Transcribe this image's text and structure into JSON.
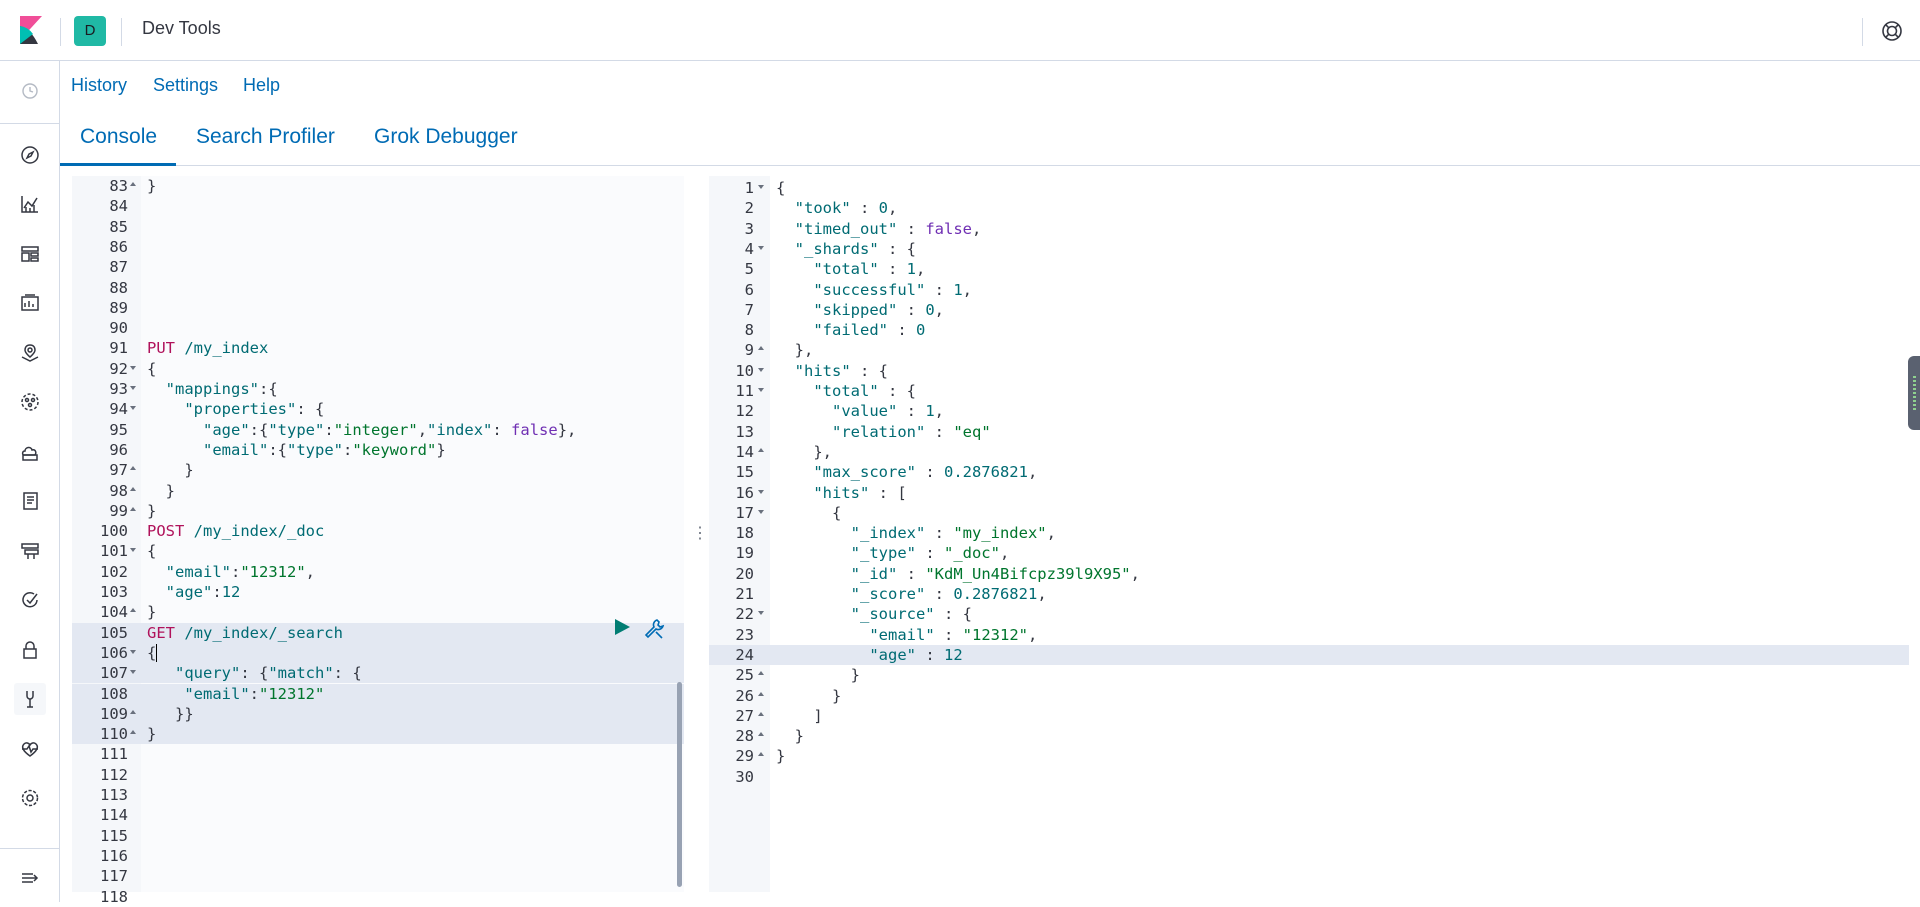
{
  "header": {
    "space_initial": "D",
    "app_title": "Dev Tools"
  },
  "menu": {
    "history": "History",
    "settings": "Settings",
    "help": "Help"
  },
  "tabs": [
    "Console",
    "Search Profiler",
    "Grok Debugger"
  ],
  "colors": {
    "accent": "#006bb4",
    "space_avatar": "#20b9a5",
    "method": "#b0125b",
    "string": "#00752d",
    "key": "#006b73",
    "boolean": "#6f2fb3",
    "highlight": "#e3e8f2"
  },
  "nav_icons": [
    "recently-viewed-icon",
    "discover-icon",
    "visualize-icon",
    "dashboard-icon",
    "canvas-icon",
    "maps-icon",
    "machine-learning-icon",
    "infrastructure-icon",
    "logs-icon",
    "apm-icon",
    "uptime-icon",
    "siem-icon",
    "dev-tools-icon",
    "monitoring-icon",
    "management-icon",
    "collapse-menu-icon"
  ],
  "request_editor": {
    "lines": [
      {
        "n": "83",
        "fold": "close",
        "code": [
          {
            "t": "}",
            "c": ""
          }
        ]
      },
      {
        "n": "84",
        "fold": "",
        "code": []
      },
      {
        "n": "85",
        "fold": "",
        "code": []
      },
      {
        "n": "86",
        "fold": "",
        "code": []
      },
      {
        "n": "87",
        "fold": "",
        "code": []
      },
      {
        "n": "88",
        "fold": "",
        "code": []
      },
      {
        "n": "89",
        "fold": "",
        "code": []
      },
      {
        "n": "90",
        "fold": "",
        "code": []
      },
      {
        "n": "91",
        "fold": "",
        "code": [
          {
            "t": "PUT ",
            "c": "k-method"
          },
          {
            "t": "/my_index",
            "c": "k-url"
          }
        ]
      },
      {
        "n": "92",
        "fold": "open",
        "code": [
          {
            "t": "{",
            "c": ""
          }
        ]
      },
      {
        "n": "93",
        "fold": "open",
        "code": [
          {
            "t": "  ",
            "c": ""
          },
          {
            "t": "\"mappings\"",
            "c": "k-key"
          },
          {
            "t": ":{",
            "c": ""
          }
        ]
      },
      {
        "n": "94",
        "fold": "open",
        "code": [
          {
            "t": "    ",
            "c": ""
          },
          {
            "t": "\"properties\"",
            "c": "k-key"
          },
          {
            "t": ": {",
            "c": ""
          }
        ]
      },
      {
        "n": "95",
        "fold": "",
        "code": [
          {
            "t": "      ",
            "c": ""
          },
          {
            "t": "\"age\"",
            "c": "k-key"
          },
          {
            "t": ":{",
            "c": ""
          },
          {
            "t": "\"type\"",
            "c": "k-key"
          },
          {
            "t": ":",
            "c": ""
          },
          {
            "t": "\"integer\"",
            "c": "k-str"
          },
          {
            "t": ",",
            "c": ""
          },
          {
            "t": "\"index\"",
            "c": "k-key"
          },
          {
            "t": ": ",
            "c": ""
          },
          {
            "t": "false",
            "c": "k-bool"
          },
          {
            "t": "},",
            "c": ""
          }
        ]
      },
      {
        "n": "96",
        "fold": "",
        "code": [
          {
            "t": "      ",
            "c": ""
          },
          {
            "t": "\"email\"",
            "c": "k-key"
          },
          {
            "t": ":{",
            "c": ""
          },
          {
            "t": "\"type\"",
            "c": "k-key"
          },
          {
            "t": ":",
            "c": ""
          },
          {
            "t": "\"keyword\"",
            "c": "k-str"
          },
          {
            "t": "}",
            "c": ""
          }
        ]
      },
      {
        "n": "97",
        "fold": "close",
        "code": [
          {
            "t": "    }",
            "c": ""
          }
        ]
      },
      {
        "n": "98",
        "fold": "close",
        "code": [
          {
            "t": "  }",
            "c": ""
          }
        ]
      },
      {
        "n": "99",
        "fold": "close",
        "code": [
          {
            "t": "}",
            "c": ""
          }
        ]
      },
      {
        "n": "100",
        "fold": "",
        "code": [
          {
            "t": "POST ",
            "c": "k-method"
          },
          {
            "t": "/my_index/_doc",
            "c": "k-url"
          }
        ]
      },
      {
        "n": "101",
        "fold": "open",
        "code": [
          {
            "t": "{",
            "c": ""
          }
        ]
      },
      {
        "n": "102",
        "fold": "",
        "code": [
          {
            "t": "  ",
            "c": ""
          },
          {
            "t": "\"email\"",
            "c": "k-key"
          },
          {
            "t": ":",
            "c": ""
          },
          {
            "t": "\"12312\"",
            "c": "k-str"
          },
          {
            "t": ",",
            "c": ""
          }
        ]
      },
      {
        "n": "103",
        "fold": "",
        "code": [
          {
            "t": "  ",
            "c": ""
          },
          {
            "t": "\"age\"",
            "c": "k-key"
          },
          {
            "t": ":",
            "c": ""
          },
          {
            "t": "12",
            "c": "k-num"
          }
        ]
      },
      {
        "n": "104",
        "fold": "close",
        "code": [
          {
            "t": "}",
            "c": ""
          }
        ]
      },
      {
        "n": "105",
        "fold": "",
        "hl": true,
        "code": [
          {
            "t": "GET ",
            "c": "k-method"
          },
          {
            "t": "/my_index/_search",
            "c": "k-url"
          }
        ]
      },
      {
        "n": "106",
        "fold": "open",
        "hl": true,
        "active": true,
        "code": [
          {
            "t": "{",
            "c": ""
          }
        ]
      },
      {
        "n": "107",
        "fold": "open",
        "hl": true,
        "code": [
          {
            "t": "   ",
            "c": ""
          },
          {
            "t": "\"query\"",
            "c": "k-key"
          },
          {
            "t": ": {",
            "c": ""
          },
          {
            "t": "\"match\"",
            "c": "k-key"
          },
          {
            "t": ": {",
            "c": ""
          }
        ]
      },
      {
        "n": "108",
        "fold": "",
        "hl": true,
        "code": [
          {
            "t": "    ",
            "c": ""
          },
          {
            "t": "\"email\"",
            "c": "k-key"
          },
          {
            "t": ":",
            "c": ""
          },
          {
            "t": "\"12312\"",
            "c": "k-str"
          }
        ]
      },
      {
        "n": "109",
        "fold": "close",
        "hl": true,
        "code": [
          {
            "t": "   }}",
            "c": ""
          }
        ]
      },
      {
        "n": "110",
        "fold": "close",
        "hl": true,
        "code": [
          {
            "t": "}",
            "c": ""
          }
        ]
      },
      {
        "n": "111",
        "fold": "",
        "code": []
      },
      {
        "n": "112",
        "fold": "",
        "code": []
      },
      {
        "n": "113",
        "fold": "",
        "code": []
      },
      {
        "n": "114",
        "fold": "",
        "code": []
      },
      {
        "n": "115",
        "fold": "",
        "code": []
      },
      {
        "n": "116",
        "fold": "",
        "code": []
      },
      {
        "n": "117",
        "fold": "",
        "code": []
      },
      {
        "n": "118",
        "fold": "",
        "code": []
      }
    ]
  },
  "response_output": {
    "lines": [
      {
        "n": "1",
        "fold": "open",
        "code": [
          {
            "t": "{",
            "c": ""
          }
        ]
      },
      {
        "n": "2",
        "fold": "",
        "code": [
          {
            "t": "  ",
            "c": ""
          },
          {
            "t": "\"took\"",
            "c": "k-key"
          },
          {
            "t": " : ",
            "c": ""
          },
          {
            "t": "0",
            "c": "k-num"
          },
          {
            "t": ",",
            "c": ""
          }
        ]
      },
      {
        "n": "3",
        "fold": "",
        "code": [
          {
            "t": "  ",
            "c": ""
          },
          {
            "t": "\"timed_out\"",
            "c": "k-key"
          },
          {
            "t": " : ",
            "c": ""
          },
          {
            "t": "false",
            "c": "k-bool"
          },
          {
            "t": ",",
            "c": ""
          }
        ]
      },
      {
        "n": "4",
        "fold": "open",
        "code": [
          {
            "t": "  ",
            "c": ""
          },
          {
            "t": "\"_shards\"",
            "c": "k-key"
          },
          {
            "t": " : {",
            "c": ""
          }
        ]
      },
      {
        "n": "5",
        "fold": "",
        "code": [
          {
            "t": "    ",
            "c": ""
          },
          {
            "t": "\"total\"",
            "c": "k-key"
          },
          {
            "t": " : ",
            "c": ""
          },
          {
            "t": "1",
            "c": "k-num"
          },
          {
            "t": ",",
            "c": ""
          }
        ]
      },
      {
        "n": "6",
        "fold": "",
        "code": [
          {
            "t": "    ",
            "c": ""
          },
          {
            "t": "\"successful\"",
            "c": "k-key"
          },
          {
            "t": " : ",
            "c": ""
          },
          {
            "t": "1",
            "c": "k-num"
          },
          {
            "t": ",",
            "c": ""
          }
        ]
      },
      {
        "n": "7",
        "fold": "",
        "code": [
          {
            "t": "    ",
            "c": ""
          },
          {
            "t": "\"skipped\"",
            "c": "k-key"
          },
          {
            "t": " : ",
            "c": ""
          },
          {
            "t": "0",
            "c": "k-num"
          },
          {
            "t": ",",
            "c": ""
          }
        ]
      },
      {
        "n": "8",
        "fold": "",
        "code": [
          {
            "t": "    ",
            "c": ""
          },
          {
            "t": "\"failed\"",
            "c": "k-key"
          },
          {
            "t": " : ",
            "c": ""
          },
          {
            "t": "0",
            "c": "k-num"
          }
        ]
      },
      {
        "n": "9",
        "fold": "close",
        "code": [
          {
            "t": "  },",
            "c": ""
          }
        ]
      },
      {
        "n": "10",
        "fold": "open",
        "code": [
          {
            "t": "  ",
            "c": ""
          },
          {
            "t": "\"hits\"",
            "c": "k-key"
          },
          {
            "t": " : {",
            "c": ""
          }
        ]
      },
      {
        "n": "11",
        "fold": "open",
        "code": [
          {
            "t": "    ",
            "c": ""
          },
          {
            "t": "\"total\"",
            "c": "k-key"
          },
          {
            "t": " : {",
            "c": ""
          }
        ]
      },
      {
        "n": "12",
        "fold": "",
        "code": [
          {
            "t": "      ",
            "c": ""
          },
          {
            "t": "\"value\"",
            "c": "k-key"
          },
          {
            "t": " : ",
            "c": ""
          },
          {
            "t": "1",
            "c": "k-num"
          },
          {
            "t": ",",
            "c": ""
          }
        ]
      },
      {
        "n": "13",
        "fold": "",
        "code": [
          {
            "t": "      ",
            "c": ""
          },
          {
            "t": "\"relation\"",
            "c": "k-key"
          },
          {
            "t": " : ",
            "c": ""
          },
          {
            "t": "\"eq\"",
            "c": "k-str"
          }
        ]
      },
      {
        "n": "14",
        "fold": "close",
        "code": [
          {
            "t": "    },",
            "c": ""
          }
        ]
      },
      {
        "n": "15",
        "fold": "",
        "code": [
          {
            "t": "    ",
            "c": ""
          },
          {
            "t": "\"max_score\"",
            "c": "k-key"
          },
          {
            "t": " : ",
            "c": ""
          },
          {
            "t": "0.2876821",
            "c": "k-num"
          },
          {
            "t": ",",
            "c": ""
          }
        ]
      },
      {
        "n": "16",
        "fold": "open",
        "code": [
          {
            "t": "    ",
            "c": ""
          },
          {
            "t": "\"hits\"",
            "c": "k-key"
          },
          {
            "t": " : [",
            "c": ""
          }
        ]
      },
      {
        "n": "17",
        "fold": "open",
        "code": [
          {
            "t": "      {",
            "c": ""
          }
        ]
      },
      {
        "n": "18",
        "fold": "",
        "code": [
          {
            "t": "        ",
            "c": ""
          },
          {
            "t": "\"_index\"",
            "c": "k-key"
          },
          {
            "t": " : ",
            "c": ""
          },
          {
            "t": "\"my_index\"",
            "c": "k-str"
          },
          {
            "t": ",",
            "c": ""
          }
        ]
      },
      {
        "n": "19",
        "fold": "",
        "code": [
          {
            "t": "        ",
            "c": ""
          },
          {
            "t": "\"_type\"",
            "c": "k-key"
          },
          {
            "t": " : ",
            "c": ""
          },
          {
            "t": "\"_doc\"",
            "c": "k-str"
          },
          {
            "t": ",",
            "c": ""
          }
        ]
      },
      {
        "n": "20",
        "fold": "",
        "code": [
          {
            "t": "        ",
            "c": ""
          },
          {
            "t": "\"_id\"",
            "c": "k-key"
          },
          {
            "t": " : ",
            "c": ""
          },
          {
            "t": "\"KdM_Un4Bifcpz39l9X95\"",
            "c": "k-str"
          },
          {
            "t": ",",
            "c": ""
          }
        ]
      },
      {
        "n": "21",
        "fold": "",
        "code": [
          {
            "t": "        ",
            "c": ""
          },
          {
            "t": "\"_score\"",
            "c": "k-key"
          },
          {
            "t": " : ",
            "c": ""
          },
          {
            "t": "0.2876821",
            "c": "k-num"
          },
          {
            "t": ",",
            "c": ""
          }
        ]
      },
      {
        "n": "22",
        "fold": "open",
        "code": [
          {
            "t": "        ",
            "c": ""
          },
          {
            "t": "\"_source\"",
            "c": "k-key"
          },
          {
            "t": " : {",
            "c": ""
          }
        ]
      },
      {
        "n": "23",
        "fold": "",
        "code": [
          {
            "t": "          ",
            "c": ""
          },
          {
            "t": "\"email\"",
            "c": "k-key"
          },
          {
            "t": " : ",
            "c": ""
          },
          {
            "t": "\"12312\"",
            "c": "k-str"
          },
          {
            "t": ",",
            "c": ""
          }
        ]
      },
      {
        "n": "24",
        "fold": "",
        "hl": true,
        "code": [
          {
            "t": "          ",
            "c": ""
          },
          {
            "t": "\"age\"",
            "c": "k-key"
          },
          {
            "t": " : ",
            "c": ""
          },
          {
            "t": "12",
            "c": "k-num"
          }
        ]
      },
      {
        "n": "25",
        "fold": "close",
        "code": [
          {
            "t": "        }",
            "c": ""
          }
        ]
      },
      {
        "n": "26",
        "fold": "close",
        "code": [
          {
            "t": "      }",
            "c": ""
          }
        ]
      },
      {
        "n": "27",
        "fold": "close",
        "code": [
          {
            "t": "    ]",
            "c": ""
          }
        ]
      },
      {
        "n": "28",
        "fold": "close",
        "code": [
          {
            "t": "  }",
            "c": ""
          }
        ]
      },
      {
        "n": "29",
        "fold": "close",
        "code": [
          {
            "t": "}",
            "c": ""
          }
        ]
      },
      {
        "n": "30",
        "fold": "",
        "code": []
      }
    ]
  }
}
